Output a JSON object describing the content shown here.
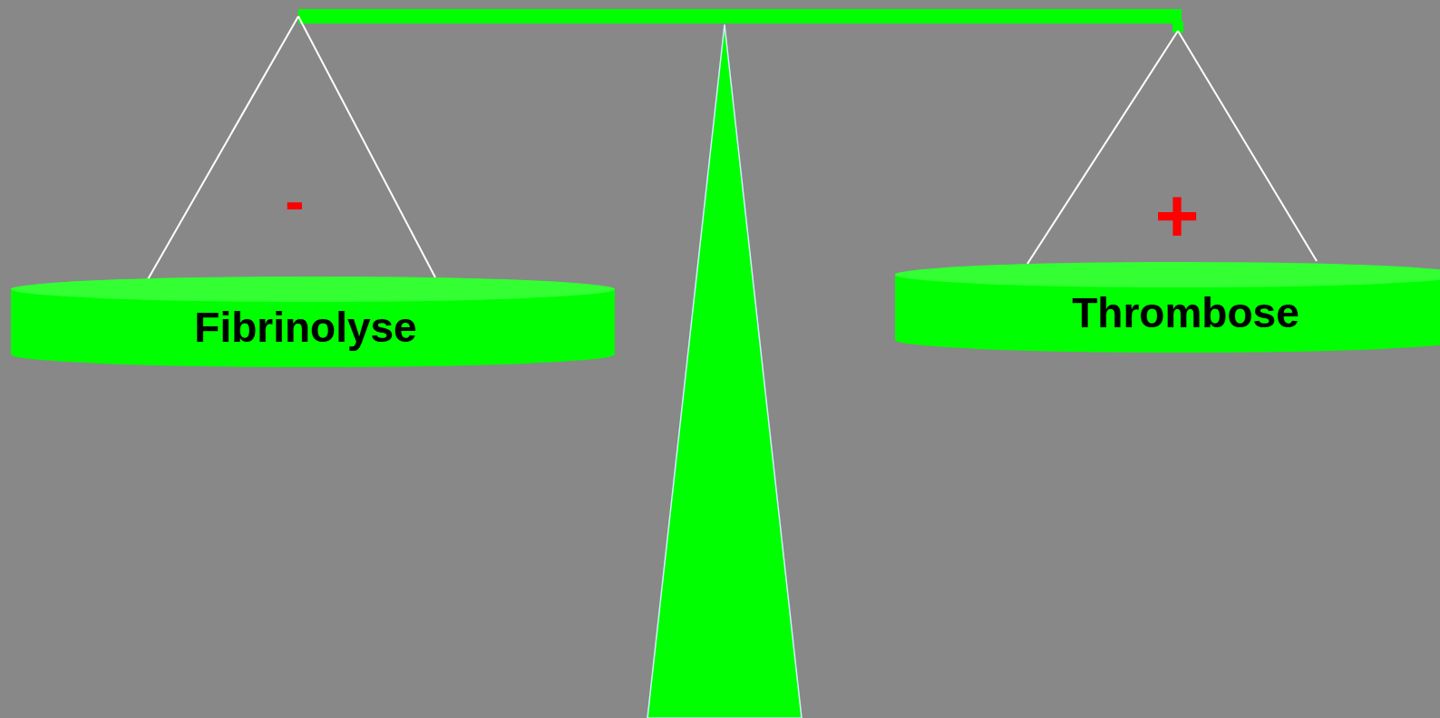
{
  "diagram": {
    "nodes": [
      {
        "text": [
          "Fibrinolyse"
        ]
      },
      {
        "text": [
          "Thrombose"
        ]
      }
    ],
    "labels": [
      "-",
      "+"
    ]
  }
}
